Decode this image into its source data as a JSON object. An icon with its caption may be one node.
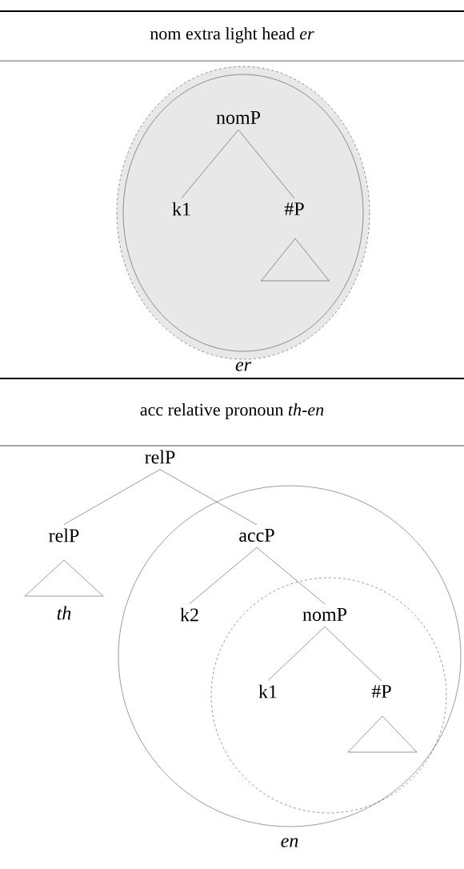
{
  "diagram": {
    "nodes": [
      {
        "text": [
          "er"
        ]
      },
      {
        "text": [
          "nomP"
        ],
        "in": 0
      },
      {
        "text": [
          "k1"
        ],
        "in": 0
      },
      {
        "text": [
          "#P"
        ],
        "in": 0
      },
      {
        "text": [],
        "shape": "triangle",
        "in": 0
      },
      {
        "text": [
          "relP"
        ]
      },
      {
        "text": [
          "relP"
        ]
      },
      {
        "text": [
          "th"
        ]
      },
      {
        "text": [
          "en"
        ]
      },
      {
        "text": [
          "accP"
        ],
        "in": 8
      },
      {
        "text": [
          "k2"
        ],
        "in": 8
      },
      {
        "text": [],
        "shape": "circle",
        "in": 8
      },
      {
        "text": [
          "nomP"
        ],
        "in": 11
      },
      {
        "text": [
          "k1"
        ],
        "in": 11
      },
      {
        "text": [
          "#P"
        ],
        "in": 11
      },
      {
        "text": [],
        "shape": "triangle",
        "in": 11
      }
    ],
    "edges": [
      {
        "from": 1,
        "to": 2,
        "arrow": "none"
      },
      {
        "from": 1,
        "to": 3,
        "arrow": "none"
      },
      {
        "from": 5,
        "to": 6,
        "arrow": "none"
      },
      {
        "from": 5,
        "to": 9,
        "arrow": "none"
      },
      {
        "from": 9,
        "to": 10,
        "arrow": "none"
      },
      {
        "from": 9,
        "to": 12,
        "arrow": "none"
      },
      {
        "from": 12,
        "to": 13,
        "arrow": "none"
      },
      {
        "from": 12,
        "to": 14,
        "arrow": "none"
      }
    ],
    "labels": [
      "nom extra light head *er*",
      "acc relative pronoun *th-en*"
    ]
  }
}
